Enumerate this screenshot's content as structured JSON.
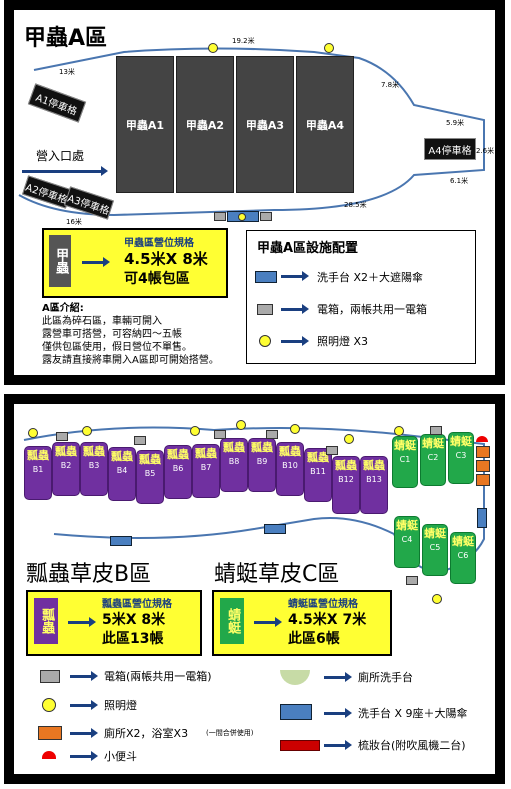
{
  "areaA": {
    "title": "甲蟲A區",
    "sites": [
      {
        "name": "甲蟲A1"
      },
      {
        "name": "甲蟲A2"
      },
      {
        "name": "甲蟲A3"
      },
      {
        "name": "甲蟲A4"
      }
    ],
    "parking": {
      "a1": "A1停車格",
      "a2": "A2停車格",
      "a3": "A3停車格",
      "a4": "A4停車格"
    },
    "entrance": "營入口處",
    "distances": {
      "d19_2": "19.2米",
      "d13": "13米",
      "d7_8": "7.8米",
      "d5_9": "5.9米",
      "d2_6": "2.6米",
      "d6_1": "6.1米",
      "d28_5": "28.5米",
      "d16": "16米"
    },
    "spec": {
      "badge": "甲蟲",
      "heading": "甲蟲區營位規格",
      "size": "4.5米X 8米",
      "count": "可4帳包區"
    },
    "facilities": {
      "title": "甲蟲A區設施配置",
      "items": [
        "洗手台 X2＋大遮陽傘",
        "電箱，兩帳共用一電箱",
        "照明燈 X3"
      ]
    },
    "intro": [
      "A區介紹:",
      "此區為碎石區，車輛可開入",
      "露營車可搭營，可容納四～五帳",
      "僅供包區使用，假日營位不單售。",
      "露友請直接將車開入A區即可開始搭營。"
    ]
  },
  "areaB": {
    "title": "瓢蟲草皮B區",
    "sites": [
      {
        "glyph": "瓢蟲",
        "code": "B1"
      },
      {
        "glyph": "瓢蟲",
        "code": "B2"
      },
      {
        "glyph": "瓢蟲",
        "code": "B3"
      },
      {
        "glyph": "瓢蟲",
        "code": "B4"
      },
      {
        "glyph": "瓢蟲",
        "code": "B5"
      },
      {
        "glyph": "瓢蟲",
        "code": "B6"
      },
      {
        "glyph": "瓢蟲",
        "code": "B7"
      },
      {
        "glyph": "瓢蟲",
        "code": "B8"
      },
      {
        "glyph": "瓢蟲",
        "code": "B9"
      },
      {
        "glyph": "瓢蟲",
        "code": "B10"
      },
      {
        "glyph": "瓢蟲",
        "code": "B11"
      },
      {
        "glyph": "瓢蟲",
        "code": "B12"
      },
      {
        "glyph": "瓢蟲",
        "code": "B13"
      }
    ],
    "spec": {
      "badge": "瓢蟲",
      "heading": "瓢蟲區營位規格",
      "size": "5米X 8米",
      "count": "此區13帳"
    }
  },
  "areaC": {
    "title": "蜻蜓草皮C區",
    "sites": [
      {
        "glyph": "蜻蜓",
        "code": "C1"
      },
      {
        "glyph": "蜻蜓",
        "code": "C2"
      },
      {
        "glyph": "蜻蜓",
        "code": "C3"
      },
      {
        "glyph": "蜻蜓",
        "code": "C4"
      },
      {
        "glyph": "蜻蜓",
        "code": "C5"
      },
      {
        "glyph": "蜻蜓",
        "code": "C6"
      }
    ],
    "spec": {
      "badge": "蜻蜓",
      "heading": "蜻蜓區營位規格",
      "size": "4.5米X 7米",
      "count": "此區6帳"
    }
  },
  "legendBC": {
    "power": "電箱(兩帳共用一電箱)",
    "light": "照明燈",
    "toilet": "廁所X2，浴室X3",
    "toilet_note": "(一間合併使用)",
    "urinal": "小便斗",
    "restroom_sink": "廁所洗手台",
    "wash": "洗手台 X 9座＋大陽傘",
    "vanity": "梳妝台(附吹風機二台)"
  },
  "colors": {
    "purple": "#7030a0",
    "green": "#22a84a",
    "yellow": "#ffff33",
    "road": "#4a76b0"
  }
}
